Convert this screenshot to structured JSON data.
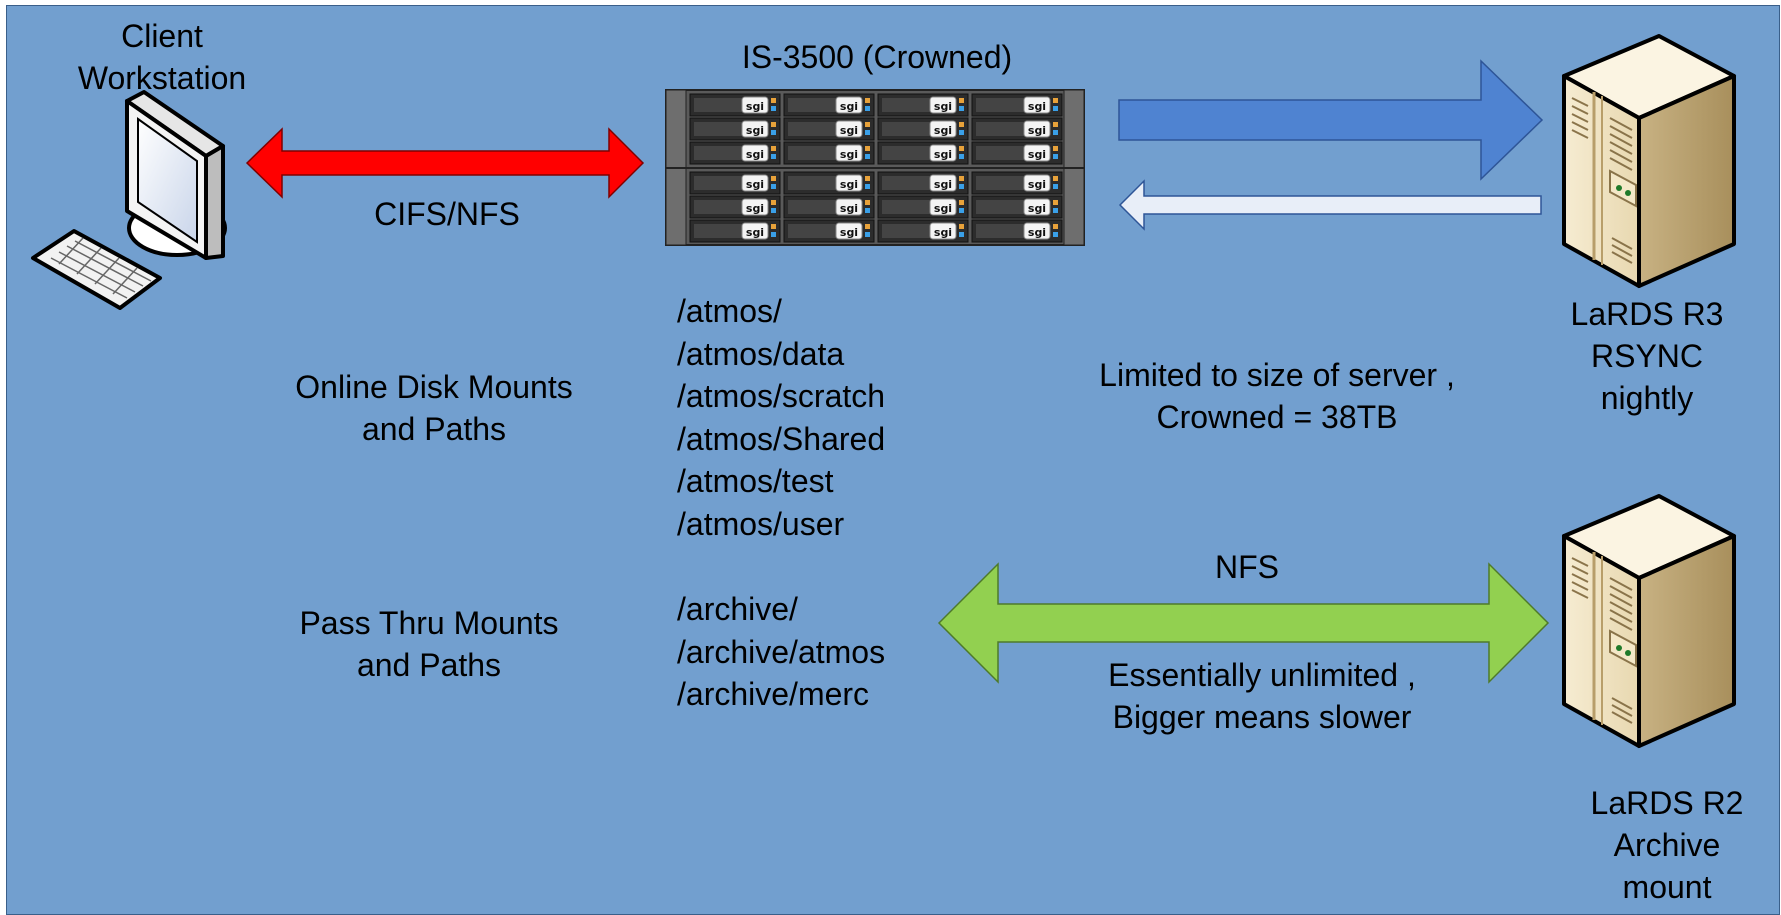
{
  "labels": {
    "client_workstation": "Client Workstation",
    "server_title": "IS-3500 (Crowned)",
    "cifs_nfs": "CIFS/NFS",
    "online_mounts": "Online Disk Mounts and Paths",
    "pass_thru_mounts": "Pass Thru Mounts and Paths",
    "limited": "Limited to size of server , Crowned = 38TB",
    "nfs": "NFS",
    "unlimited": "Essentially unlimited , Bigger means slower",
    "lards_r3": "LaRDS R3 RSYNC nightly",
    "lards_r2": "LaRDS R2 Archive mount",
    "drive_logo": "sgi"
  },
  "online_paths": [
    "/atmos/",
    "/atmos/data",
    "/atmos/scratch",
    "/atmos/Shared",
    "/atmos/test",
    "/atmos/user"
  ],
  "archive_paths": [
    "/archive/",
    "/archive/atmos",
    "/archive/merc"
  ],
  "colors": {
    "background": "#729fcf",
    "cifs_arrow": "#ff0000",
    "rsync_push_arrow": "#4f83d1",
    "rsync_pull_arrow": "#e8eef8",
    "nfs_arrow": "#92d050"
  },
  "icons": [
    "workstation-icon",
    "storage-array-icon",
    "tower-server-icon"
  ]
}
